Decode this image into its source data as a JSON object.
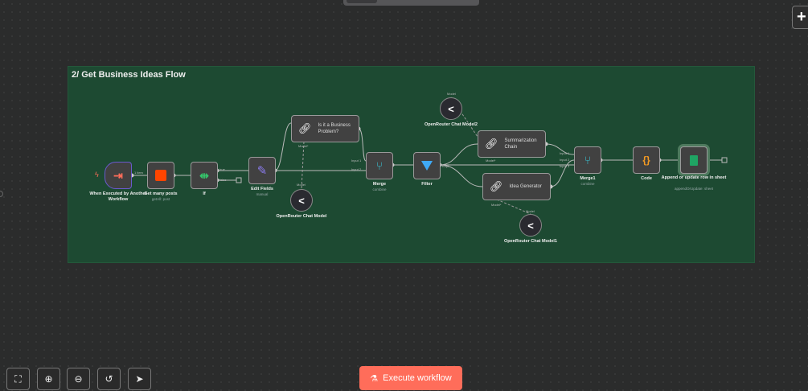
{
  "canvas": {
    "sticky_title": "2/ Get Business Ideas Flow",
    "nodes": [
      {
        "label": "When Executed by Another Workflow",
        "sub": ""
      },
      {
        "label": "Get many posts",
        "sub": "getAll: post"
      },
      {
        "label": "If",
        "sub": ""
      },
      {
        "label": "Edit Fields",
        "sub": "manual"
      },
      {
        "label": "Is it a Business Problem?",
        "sub": ""
      },
      {
        "label": "OpenRouter Chat Model",
        "sub": ""
      },
      {
        "label": "Merge",
        "sub": "combine"
      },
      {
        "label": "Filter",
        "sub": ""
      },
      {
        "label": "Summarization Chain",
        "sub": ""
      },
      {
        "label": "OpenRouter Chat Model2",
        "sub": ""
      },
      {
        "label": "Idea Generator",
        "sub": ""
      },
      {
        "label": "OpenRouter Chat Model1",
        "sub": ""
      },
      {
        "label": "Merge1",
        "sub": "combine"
      },
      {
        "label": "Code",
        "sub": ""
      },
      {
        "label": "Append or update row in sheet",
        "sub": "appendOrUpdate: sheet"
      }
    ],
    "edge_labels": {
      "items": "1 item",
      "true": "true",
      "false": "false",
      "kept": "Kept",
      "input1": "Input 1",
      "input2": "Input 2",
      "input3": "Input 3",
      "model": "Model",
      "model_req": "Model*"
    }
  },
  "toolbar": {
    "execute_label": "Execute workflow"
  },
  "colors": {
    "accent": "#ff6d5a",
    "sticky": "#1d4a32"
  }
}
